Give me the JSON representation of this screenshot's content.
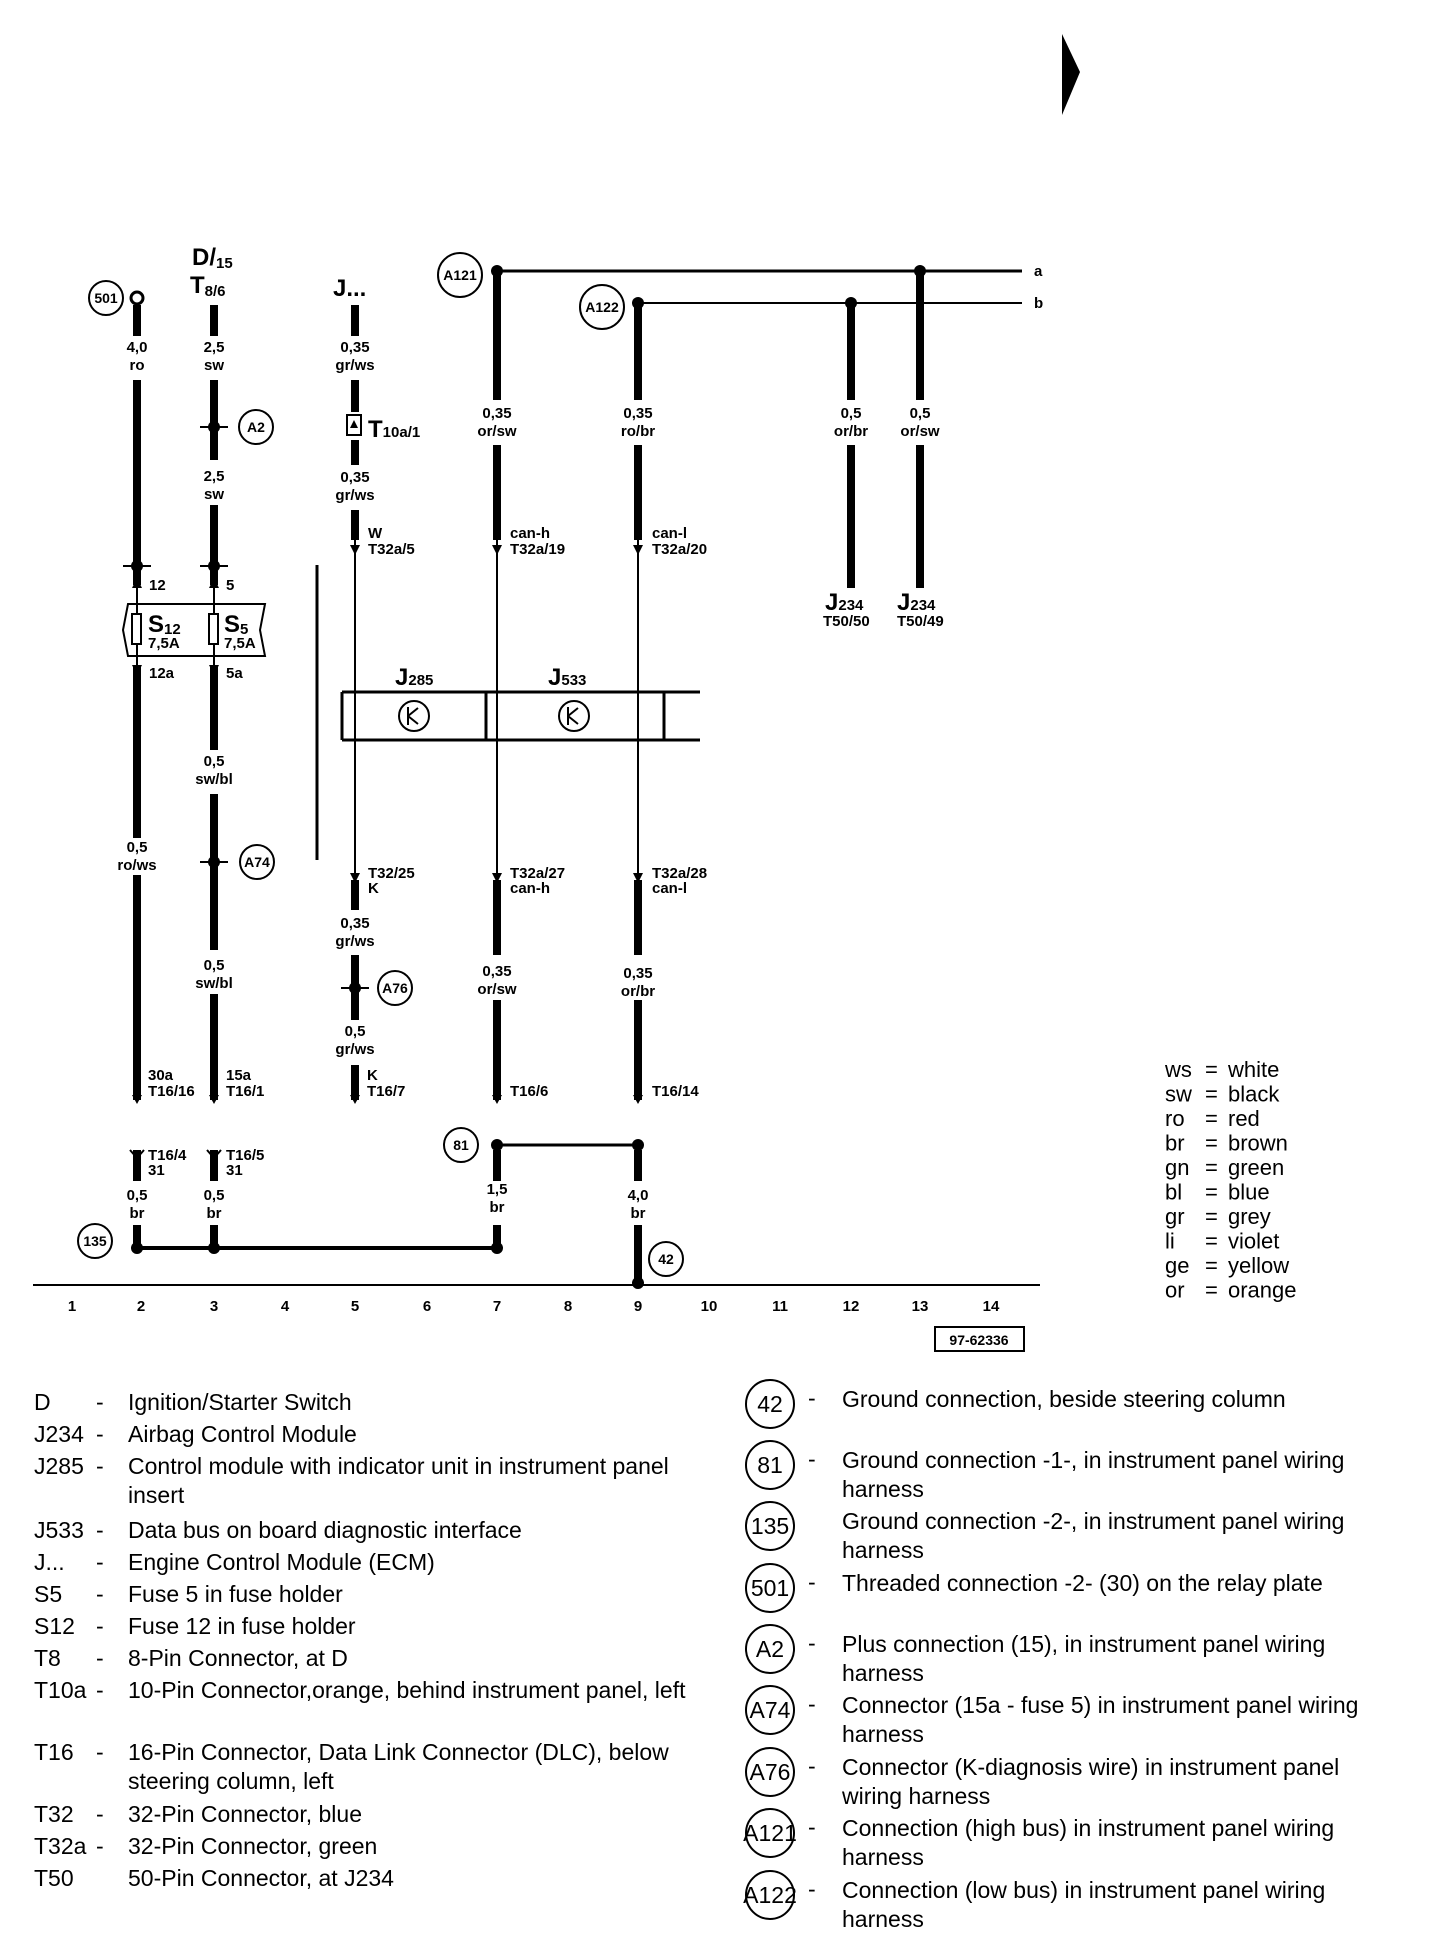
{
  "header": {
    "ignition": "D/",
    "ignition_sub": "15",
    "t8": "T",
    "t8_sub": "8/6",
    "ecm": "J..."
  },
  "circles": {
    "c501": "501",
    "a2": "A2",
    "a74": "A74",
    "a76": "A76",
    "a121": "A121",
    "a122": "A122",
    "c81": "81",
    "c135": "135",
    "c42": "42"
  },
  "bus_labels": {
    "a": "a",
    "b": "b"
  },
  "wires": {
    "w2_top": [
      "4,0",
      "ro"
    ],
    "w2_mid": [
      "0,5",
      "ro/ws"
    ],
    "w3_top": [
      "2,5",
      "sw"
    ],
    "w3_a2": [
      "2,5",
      "sw"
    ],
    "w3_s5": [
      "0,5",
      "sw/bl"
    ],
    "w3_a74": [
      "0,5",
      "sw/bl"
    ],
    "w5_top": [
      "0,35",
      "gr/ws"
    ],
    "w5_t10": [
      "0,35",
      "gr/ws"
    ],
    "w5_k": [
      "0,35",
      "gr/ws"
    ],
    "w5_a76": [
      "0,5",
      "gr/ws"
    ],
    "w7_top": [
      "0,35",
      "or/sw"
    ],
    "w7_low": [
      "0,35",
      "or/sw"
    ],
    "w9_top": [
      "0,35",
      "ro/br"
    ],
    "w9_low": [
      "0,35",
      "or/br"
    ],
    "w12": [
      "0,5",
      "or/br"
    ],
    "w13": [
      "0,5",
      "or/sw"
    ],
    "g2": [
      "0,5",
      "br"
    ],
    "g3": [
      "0,5",
      "br"
    ],
    "g7": [
      "1,5",
      "br"
    ],
    "g9": [
      "4,0",
      "br"
    ]
  },
  "pins": {
    "t10a": "T",
    "t10a_sub": "10a/1",
    "p5_w": "W",
    "p5_t32a": "T32a/5",
    "p7_can": "can-h",
    "p7_t32a": "T32a/19",
    "p9_can": "can-l",
    "p9_t32a": "T32a/20",
    "p12_j": "J",
    "p12_jsub": "234",
    "p12_t": "T50/50",
    "p13_j": "J",
    "p13_jsub": "234",
    "p13_t": "T50/49",
    "s12_pin_top": "12",
    "s12_pin_bot": "12a",
    "s5_pin_top": "5",
    "s5_pin_bot": "5a",
    "s12": "S",
    "s12_sub": "12",
    "s12_a": "7,5A",
    "s5": "S",
    "s5_sub": "5",
    "s5_a": "7,5A",
    "j285": "J",
    "j285_sub": "285",
    "j533": "J",
    "j533_sub": "533",
    "p5_t32": "T32/25",
    "p5_k": "K",
    "p7_t32a27": "T32a/27",
    "p7_canh": "can-h",
    "p9_t32a28": "T32a/28",
    "p9_canl": "can-l",
    "d2_30a": "30a",
    "d2_t": "T16/16",
    "d3_15a": "15a",
    "d3_t": "T16/1",
    "d5_k": "K",
    "d5_t": "T16/7",
    "d7_t": "T16/6",
    "d9_t": "T16/14",
    "g2_t": "T16/4",
    "g2_31": "31",
    "g3_t": "T16/5",
    "g3_31": "31"
  },
  "columns": [
    "1",
    "2",
    "3",
    "4",
    "5",
    "6",
    "7",
    "8",
    "9",
    "10",
    "11",
    "12",
    "13",
    "14"
  ],
  "ref_code": "97-62336",
  "color_legend": [
    {
      "code": "ws",
      "name": "white"
    },
    {
      "code": "sw",
      "name": "black"
    },
    {
      "code": "ro",
      "name": "red"
    },
    {
      "code": "br",
      "name": "brown"
    },
    {
      "code": "gn",
      "name": "green"
    },
    {
      "code": "bl",
      "name": "blue"
    },
    {
      "code": "gr",
      "name": "grey"
    },
    {
      "code": "li",
      "name": "violet"
    },
    {
      "code": "ge",
      "name": "yellow"
    },
    {
      "code": "or",
      "name": "orange"
    }
  ],
  "component_legend": [
    {
      "code": "D",
      "dash": "-",
      "desc": "Ignition/Starter Switch"
    },
    {
      "code": "J234",
      "dash": "-",
      "desc": "Airbag Control Module"
    },
    {
      "code": "J285",
      "dash": "-",
      "desc": "Control module with indicator unit in instrument panel insert"
    },
    {
      "code": "J533",
      "dash": "-",
      "desc": "Data bus on board diagnostic interface"
    },
    {
      "code": "J...",
      "dash": "-",
      "desc": "Engine Control Module (ECM)"
    },
    {
      "code": "S5",
      "dash": "-",
      "desc": "Fuse 5 in fuse holder"
    },
    {
      "code": "S12",
      "dash": "-",
      "desc": "Fuse 12 in fuse holder"
    },
    {
      "code": "T8",
      "dash": "-",
      "desc": "8-Pin Connector, at D"
    },
    {
      "code": "T10a",
      "dash": "-",
      "desc": "10-Pin Connector,orange, behind instrument panel, left"
    },
    {
      "code": "T16",
      "dash": "-",
      "desc": "16-Pin Connector, Data Link Connector (DLC), below steering column, left"
    },
    {
      "code": "T32",
      "dash": "-",
      "desc": "32-Pin Connector, blue"
    },
    {
      "code": "T32a",
      "dash": "-",
      "desc": "32-Pin Connector, green"
    },
    {
      "code": "T50",
      "dash": "",
      "desc": "50-Pin Connector, at J234"
    }
  ],
  "connection_legend": [
    {
      "code": "42",
      "dash": "-",
      "desc": "Ground connection, beside steering column"
    },
    {
      "code": "81",
      "dash": "-",
      "desc": "Ground connection -1-, in instrument panel wiring harness"
    },
    {
      "code": "135",
      "dash": "",
      "desc": "Ground connection -2-, in instrument panel wiring harness"
    },
    {
      "code": "501",
      "dash": "-",
      "desc": "Threaded connection -2- (30) on the relay plate"
    },
    {
      "code": "A2",
      "dash": "-",
      "desc": "Plus connection (15), in instrument panel wiring harness"
    },
    {
      "code": "A74",
      "dash": "-",
      "desc": "Connector (15a - fuse 5) in instrument panel wiring harness"
    },
    {
      "code": "A76",
      "dash": "-",
      "desc": "Connector (K-diagnosis wire) in instrument panel wiring harness"
    },
    {
      "code": "A121",
      "dash": "-",
      "desc": "Connection (high bus) in instrument panel wiring harness"
    },
    {
      "code": "A122",
      "dash": "-",
      "desc": "Connection (low bus) in instrument panel wiring harness"
    }
  ]
}
